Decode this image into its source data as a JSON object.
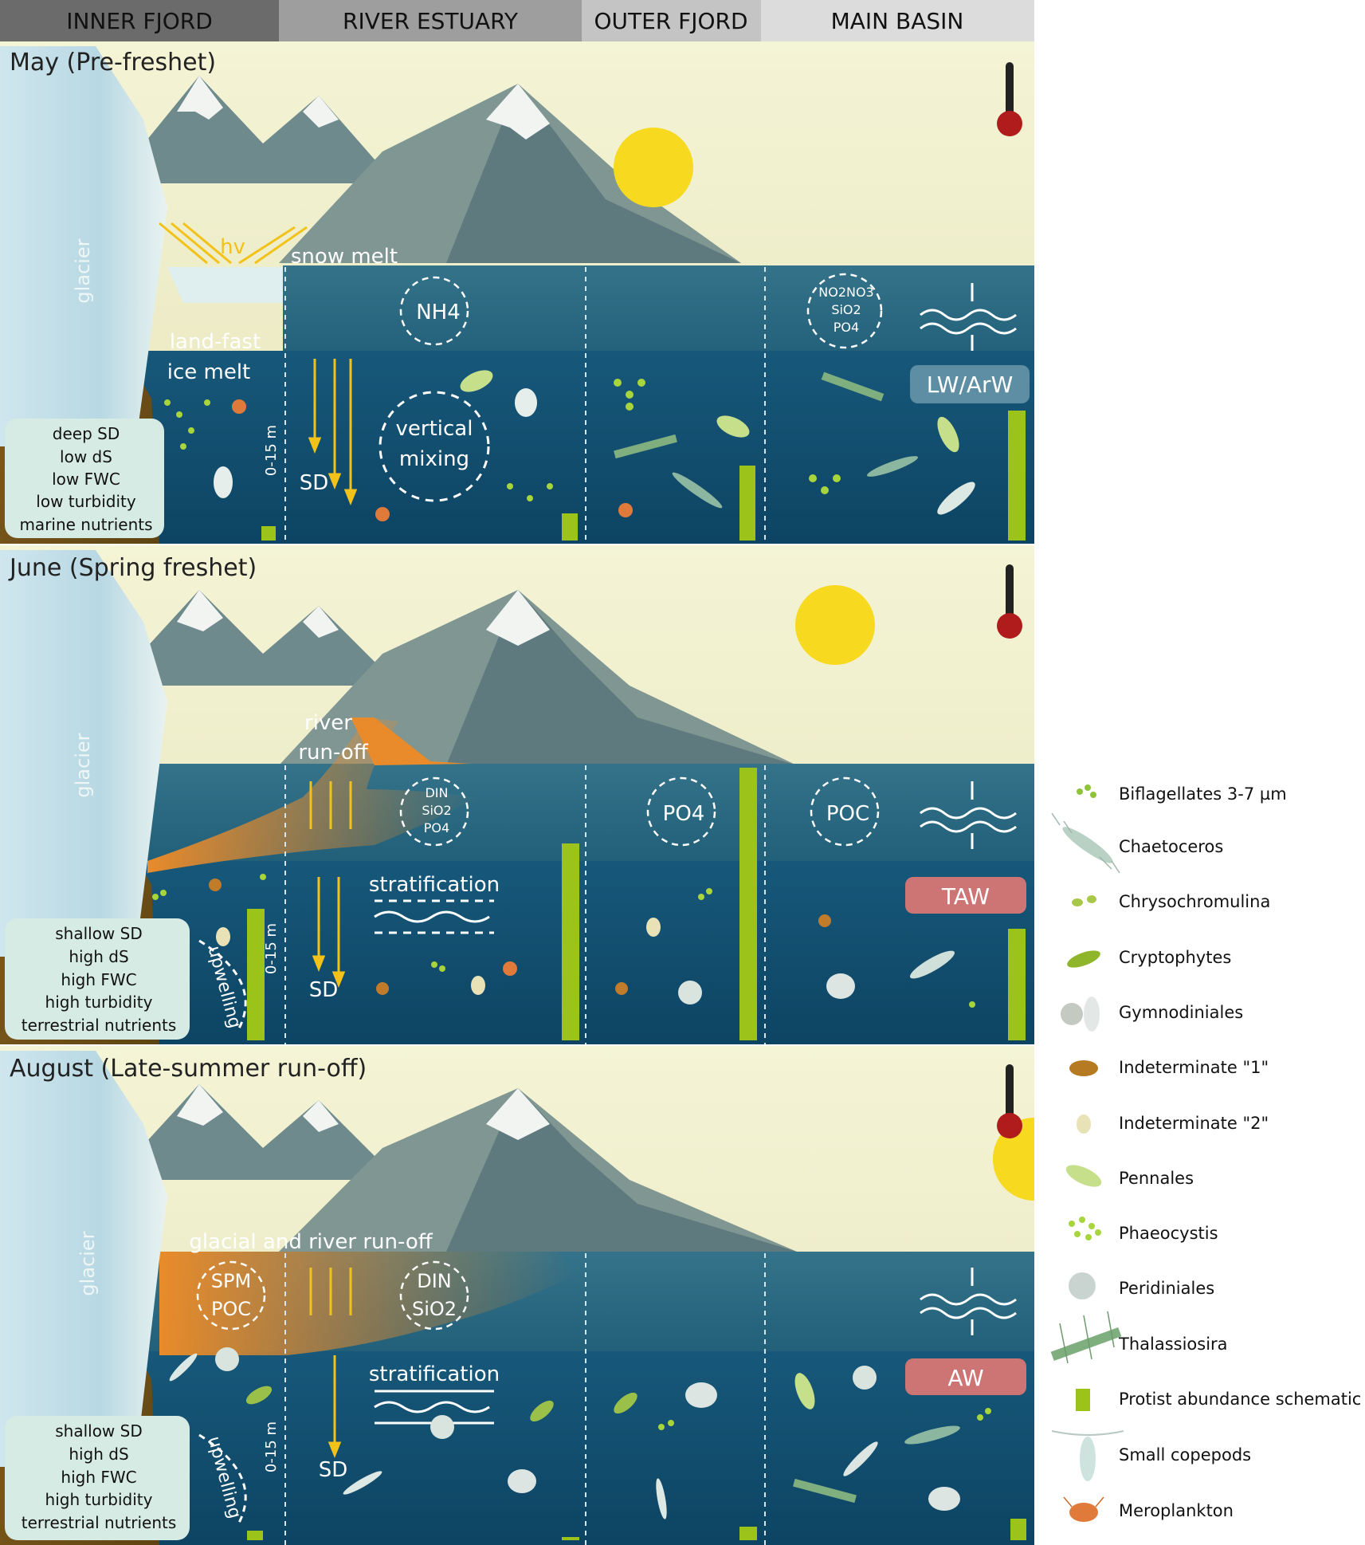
{
  "header": {
    "zones": [
      "INNER FJORD",
      "RIVER ESTUARY",
      "OUTER FJORD",
      "MAIN BASIN"
    ]
  },
  "panels": [
    {
      "title": "May (Pre-freshet)",
      "glacier": "glacier",
      "hv": "hv",
      "snow_melt": "snow melt",
      "landfast_1": "land-fast",
      "landfast_2": "ice melt",
      "depth": "0-15 m",
      "sd": "SD",
      "mixing_1": "vertical",
      "mixing_2": "mixing",
      "cycle_estuary": "NH4",
      "cycle_basin": [
        "NO2NO3",
        "SiO2",
        "PO4"
      ],
      "water_mass": "LW/ArW",
      "conditions": [
        "deep SD",
        "low dS",
        "low FWC",
        "low turbidity",
        "marine nutrients"
      ],
      "colors": {
        "sky": "#f0f0cf",
        "water_top": "#2f6f86",
        "water_deep": "#0f4f6e"
      }
    },
    {
      "title": "June (Spring freshet)",
      "glacier": "glacier",
      "river_1": "river",
      "river_2": "run-off",
      "strat": "stratification",
      "depth": "0-15 m",
      "sd": "SD",
      "upwelling": "upwelling",
      "cycle_estuary": [
        "DIN",
        "SiO2",
        "PO4"
      ],
      "cycle_outer": "PO4",
      "cycle_basin": "POC",
      "water_mass": "TAW",
      "conditions": [
        "shallow SD",
        "high dS",
        "high FWC",
        "high turbidity",
        "terrestrial nutrients"
      ]
    },
    {
      "title": "August (Late-summer run-off)",
      "glacier": "glacier",
      "runoff": "glacial and river run-off",
      "strat": "stratification",
      "depth": "0-15 m",
      "sd": "SD",
      "upwelling": "upwelling",
      "cycle_inner": [
        "SPM",
        "POC"
      ],
      "cycle_estuary": [
        "DIN",
        "SiO2"
      ],
      "water_mass": "AW",
      "conditions": [
        "shallow SD",
        "high dS",
        "high FWC",
        "high turbidity",
        "terrestrial nutrients"
      ]
    }
  ],
  "legend": [
    {
      "icon": "biflagellates-icon",
      "label": "Biflagellates 3-7 µm"
    },
    {
      "icon": "chaetoceros-icon",
      "label": "Chaetoceros"
    },
    {
      "icon": "chrysochromulina-icon",
      "label": "Chrysochromulina"
    },
    {
      "icon": "cryptophytes-icon",
      "label": "Cryptophytes"
    },
    {
      "icon": "gymnodiniales-icon",
      "label": "Gymnodiniales"
    },
    {
      "icon": "indeterminate-1-icon",
      "label": "Indeterminate \"1\""
    },
    {
      "icon": "indeterminate-2-icon",
      "label": "Indeterminate \"2\""
    },
    {
      "icon": "pennales-icon",
      "label": "Pennales"
    },
    {
      "icon": "phaeocystis-icon",
      "label": "Phaeocystis"
    },
    {
      "icon": "peridiniales-icon",
      "label": "Peridiniales"
    },
    {
      "icon": "thalassiosira-icon",
      "label": "Thalassiosira"
    },
    {
      "icon": "abundance-bar-icon",
      "label": "Protist abundance schematic"
    },
    {
      "icon": "small-copepods-icon",
      "label": "Small copepods"
    },
    {
      "icon": "meroplankton-icon",
      "label": "Meroplankton"
    }
  ]
}
